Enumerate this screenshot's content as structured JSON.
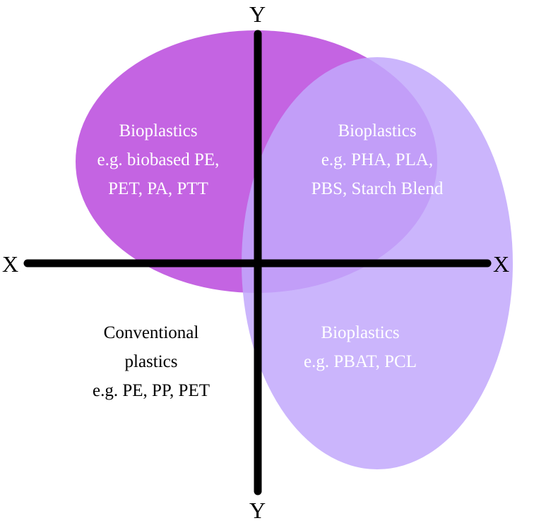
{
  "axes": {
    "y_top_label": "Y",
    "y_bottom_label": "Y",
    "x_left_label": "X",
    "x_right_label": "X"
  },
  "quadrants": {
    "top_left": {
      "lines": [
        "Bioplastics",
        "e.g. biobased PE,",
        "PET, PA, PTT"
      ],
      "text_color": "#ffffff"
    },
    "top_right": {
      "lines": [
        "Bioplastics",
        "e.g. PHA, PLA,",
        "PBS, Starch Blend"
      ],
      "text_color": "#ffffff"
    },
    "bottom_left": {
      "lines": [
        "Conventional",
        "plastics",
        "e.g. PE, PP, PET"
      ],
      "text_color": "#000000"
    },
    "bottom_right": {
      "lines": [
        "Bioplastics",
        "e.g. PBAT, PCL"
      ],
      "text_color": "#ffffff"
    }
  },
  "colors": {
    "magenta_ellipse": "#c464e2",
    "lavender_ellipse": "#c2a8fb",
    "overlap": "#a65af2",
    "axis": "#000000"
  }
}
